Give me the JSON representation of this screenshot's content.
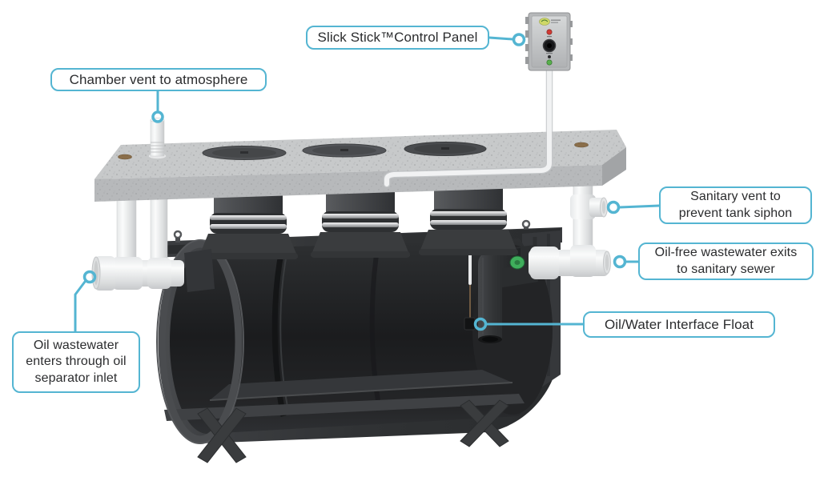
{
  "title": "Oil separator cutaway diagram",
  "callouts": {
    "control_panel": {
      "label": "Slick Stick™Control Panel"
    },
    "chamber_vent": {
      "label": "Chamber vent to atmosphere"
    },
    "sanitary_vent": {
      "label": "Sanitary vent to prevent tank siphon"
    },
    "outlet": {
      "label": "Oil-free wastewater exits to sanitary sewer"
    },
    "interface_float": {
      "label": "Oil/Water Interface Float"
    },
    "inlet": {
      "label": "Oil wastewater enters through oil separator inlet"
    }
  },
  "illustration": {
    "parts": [
      "concrete-slab",
      "manhole-cover",
      "anchor-insert",
      "chamber-vent-pipe",
      "riser",
      "band-clamp",
      "riser-bell",
      "tank-body",
      "cutaway-interior",
      "baffle",
      "support-foot",
      "lifting-lug",
      "inlet-pipe",
      "outlet-pipe",
      "sanitary-vent-tee",
      "green-outlet-fitting",
      "outlet-dip-tube",
      "float-wire",
      "interface-float",
      "control-panel",
      "panel-cable"
    ]
  },
  "colors": {
    "accent": "#54b5d2",
    "label_text": "#2b2c2e",
    "label_bg": "#ffffff",
    "background": "#ffffff",
    "concrete": "#c6c8c9",
    "tank": "#323437",
    "tank_interior": "#1d1e20",
    "pipe_white": "#f1f2f3",
    "green_fitting": "#3fae5c",
    "bronze_anchor": "#8a6e4a",
    "panel_gray": "#c0c2c4",
    "indicator_red": "#d03a34",
    "indicator_green": "#58b04c"
  }
}
